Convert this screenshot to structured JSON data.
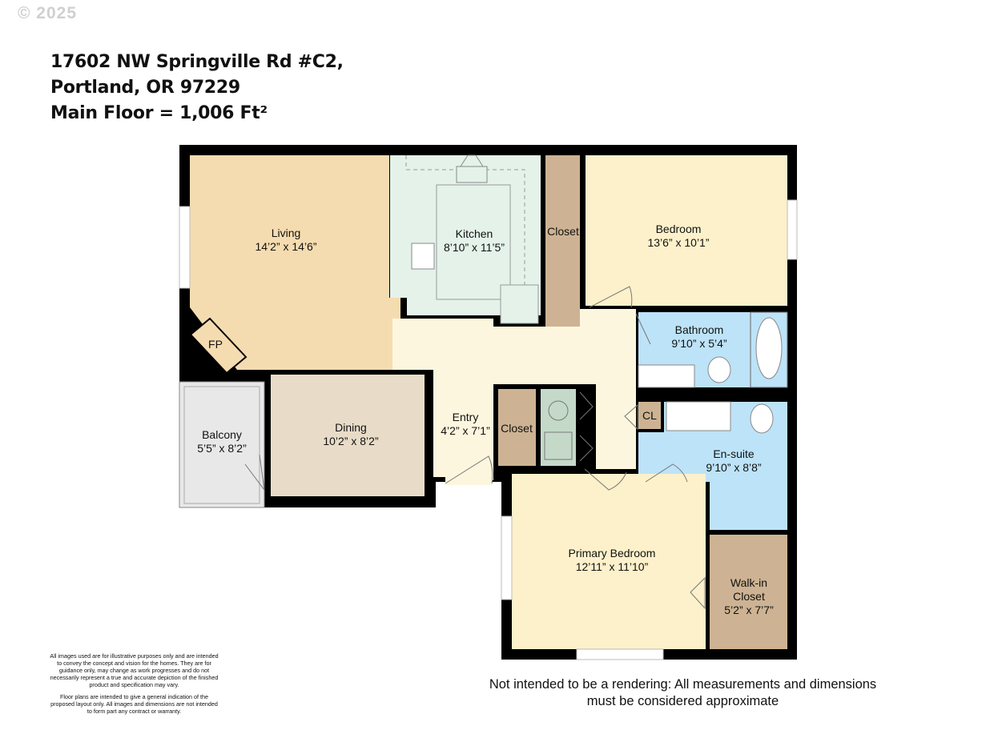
{
  "watermark": "© 2025",
  "header": {
    "line1": "17602 NW Springville Rd #C2,",
    "line2": "Portland, OR 97229",
    "line3": "Main Floor  = 1,006 Ft²"
  },
  "rooms": {
    "living": {
      "name": "Living",
      "size": "14’2” x 14’6”"
    },
    "kitchen": {
      "name": "Kitchen",
      "size": "8’10” x 11’5”"
    },
    "closet1": {
      "name": "Closet"
    },
    "bedroom": {
      "name": "Bedroom",
      "size": "13’6” x 10’1”"
    },
    "bathroom": {
      "name": "Bathroom",
      "size": "9’10” x 5’4”"
    },
    "fp": {
      "name": "FP"
    },
    "balcony": {
      "name": "Balcony",
      "size": "5’5” x 8’2”"
    },
    "dining": {
      "name": "Dining",
      "size": "10’2” x 8’2”"
    },
    "entry": {
      "name": "Entry",
      "size": "4’2” x 7’1”"
    },
    "closet2": {
      "name": "Closet"
    },
    "cl": {
      "name": "CL"
    },
    "ensuite": {
      "name": "En-suite",
      "size": "9’10” x 8’8”"
    },
    "primary": {
      "name": "Primary Bedroom",
      "size": "12’11” x 11’10”"
    },
    "walkin": {
      "name": "Walk-in",
      "name2": "Closet",
      "size": "5’2” x 7’7”"
    }
  },
  "colors": {
    "living": "#f5dcb0",
    "kitchen": "#e4f2ea",
    "closet": "#cdb393",
    "bedroom": "#fdf1cb",
    "bath": "#bde3f8",
    "hall": "#fdf6de",
    "dining": "#e8dcc8",
    "balcony": "#e8e8e8",
    "laundry": "#c5d9c9",
    "wall": "#000000"
  },
  "disclaimer": {
    "p1": "All images used are for illustrative purposes only and are intended to convey the concept and vision for the homes. They are for guidance only, may change as work progresses and do not necessarily represent a true and accurate depiction of the finished product and specification may vary.",
    "p2": "Floor plans are intended to give a general indication of the proposed layout only. All images and dimensions are not intended to form part any contract or warranty."
  },
  "note": {
    "line1": "Not intended to be a rendering: All measurements and dimensions",
    "line2": "must be considered approximate"
  }
}
